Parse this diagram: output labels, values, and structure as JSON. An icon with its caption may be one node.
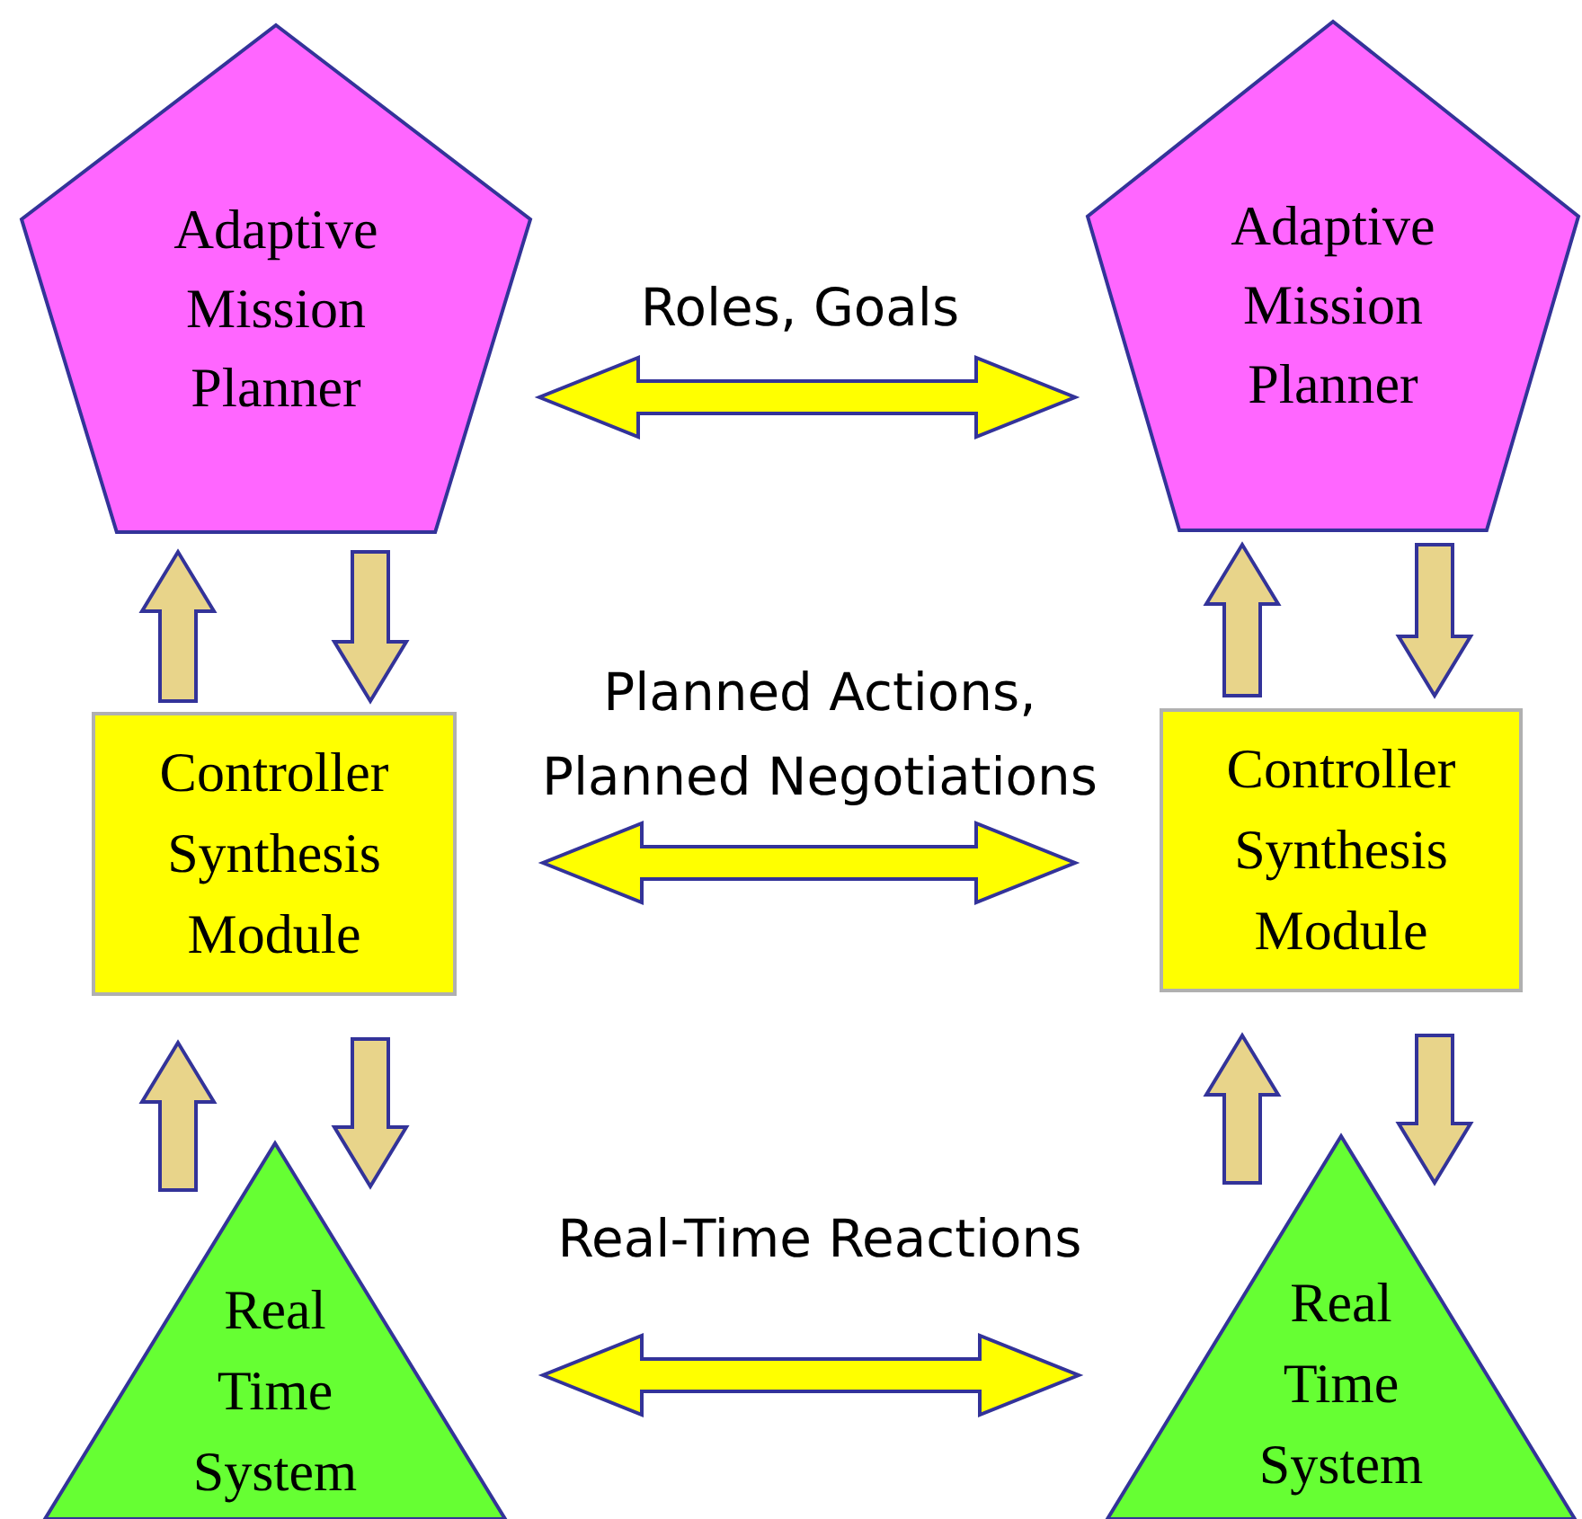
{
  "diagram": {
    "nodes": [
      {
        "text": [
          "Adaptive Mission Planner"
        ]
      },
      {
        "text": [
          "Adaptive Mission Planner"
        ]
      },
      {
        "text": [
          "Controller Synthesis Module"
        ]
      },
      {
        "text": [
          "Controller Synthesis Module"
        ]
      },
      {
        "text": [
          "Real Time System"
        ]
      },
      {
        "text": [
          "Real Time System"
        ]
      }
    ],
    "edges": [
      {
        "from": 2,
        "to": 0,
        "arrow": "to"
      },
      {
        "from": 0,
        "to": 2,
        "arrow": "to"
      },
      {
        "from": 3,
        "to": 1,
        "arrow": "to"
      },
      {
        "from": 1,
        "to": 3,
        "arrow": "to"
      },
      {
        "from": 4,
        "to": 2,
        "arrow": "to"
      },
      {
        "from": 2,
        "to": 4,
        "arrow": "to"
      },
      {
        "from": 5,
        "to": 3,
        "arrow": "to"
      },
      {
        "from": 3,
        "to": 5,
        "arrow": "to"
      },
      {
        "from": 0,
        "to": 1,
        "arrow": "both",
        "label": "Roles, Goals",
        "style": "thick",
        "color": "#ffff00"
      },
      {
        "from": 2,
        "to": 3,
        "arrow": "both",
        "label": "Planned Actions, Planned Negotiations",
        "style": "thick",
        "color": "#ffff00"
      },
      {
        "from": 4,
        "to": 5,
        "arrow": "both",
        "label": "Real-Time Reactions",
        "style": "thick",
        "color": "#ffff00"
      }
    ]
  }
}
